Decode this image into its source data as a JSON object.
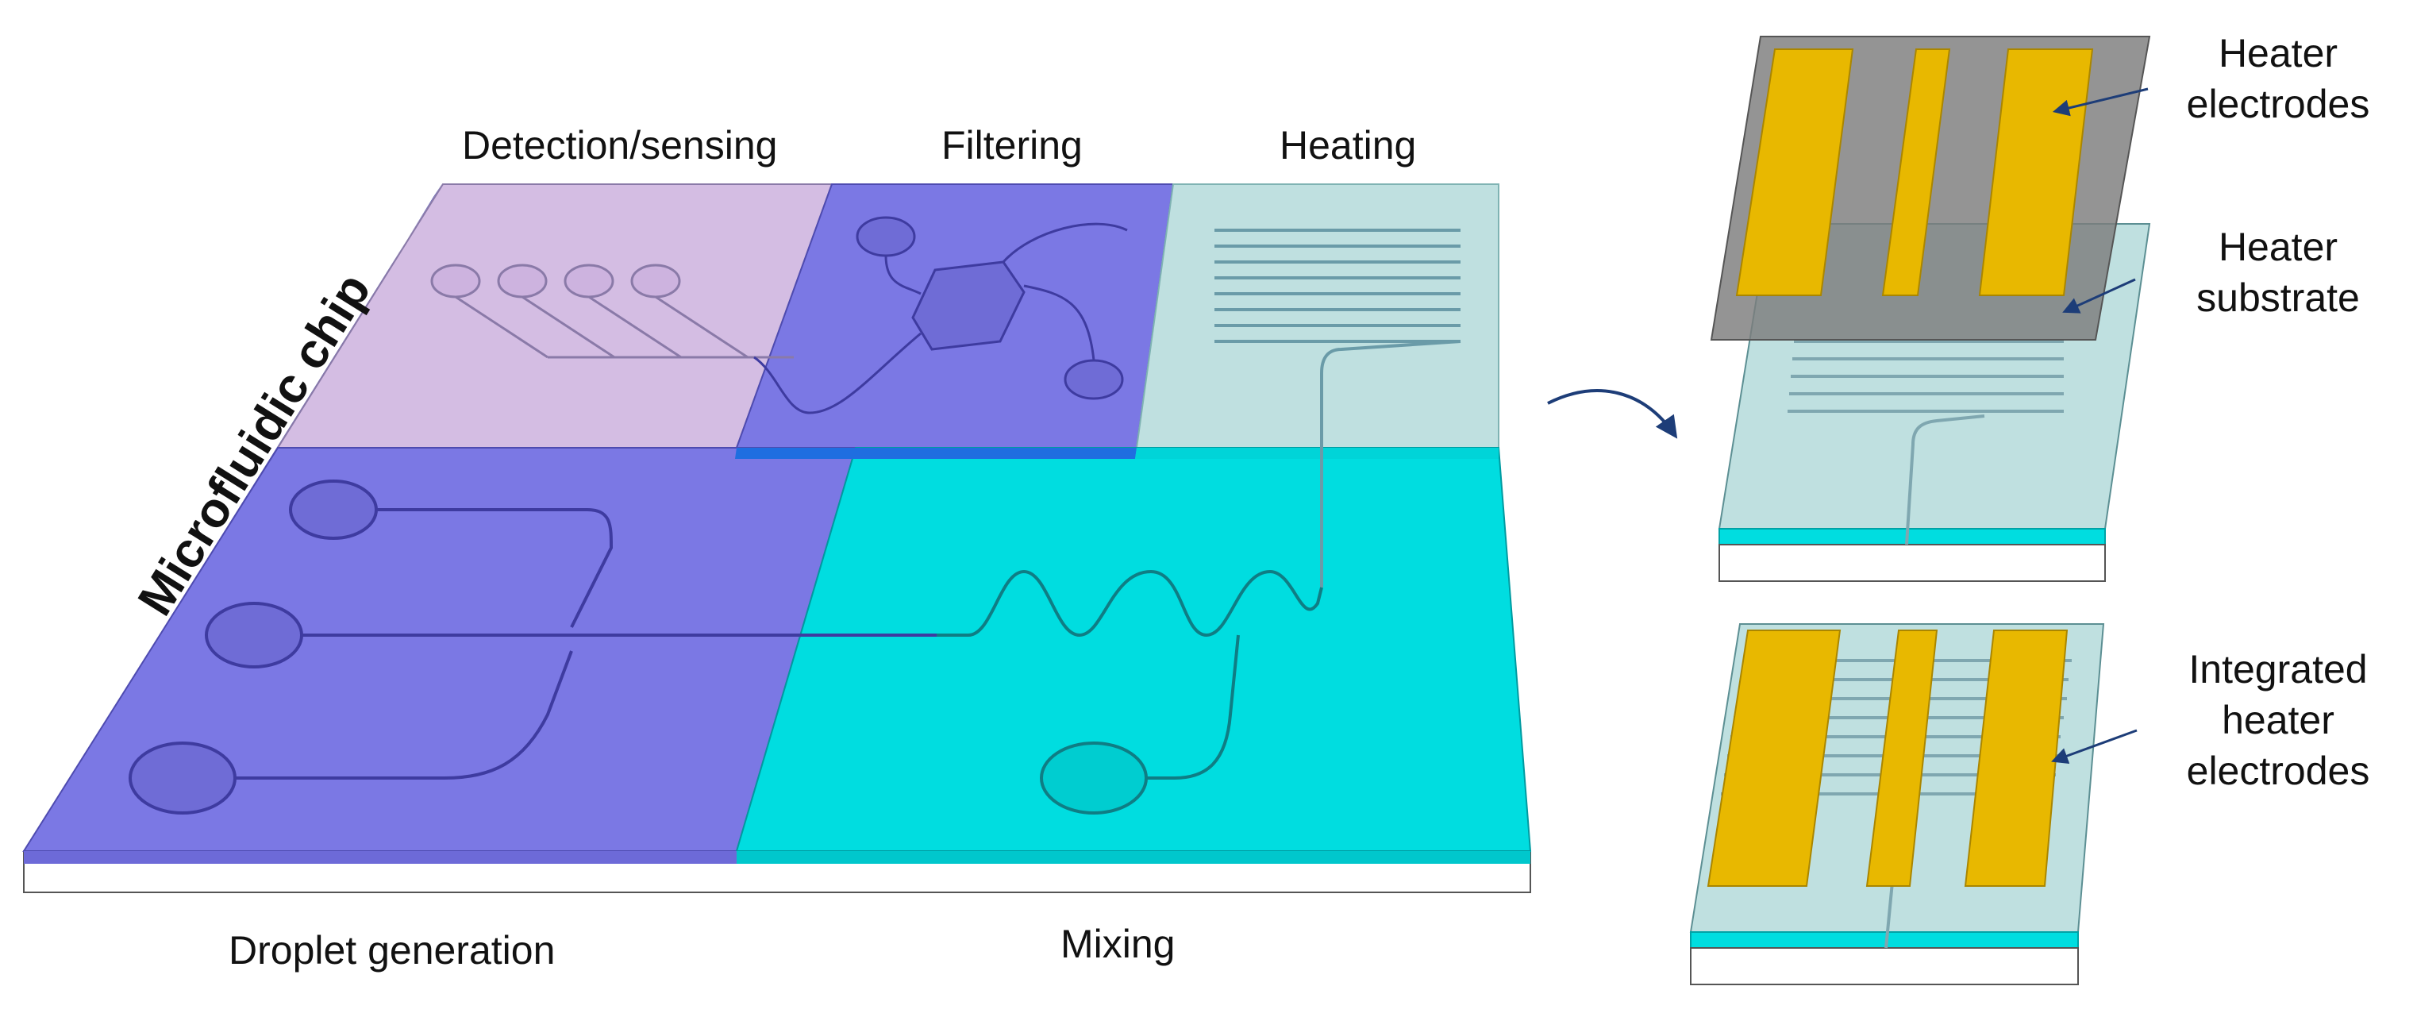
{
  "labels": {
    "chip_title": "Microfluidic chip",
    "detection": "Detection/sensing",
    "filtering": "Filtering",
    "heating": "Heating",
    "droplet": "Droplet generation",
    "mixing": "Mixing",
    "heater_electrodes": [
      "Heater",
      "electrodes"
    ],
    "heater_substrate": [
      "Heater",
      "substrate"
    ],
    "integrated": [
      "Integrated",
      "heater",
      "electrodes"
    ]
  },
  "colors": {
    "purple_light": "#d4bde3",
    "blue_violet": "#7b78e4",
    "cyan": "#00dde0",
    "teal_light": "#bfe0e0",
    "gold": "#e8b800",
    "gray_plate": "#7c7c7c",
    "arrow": "#1d3d78"
  }
}
